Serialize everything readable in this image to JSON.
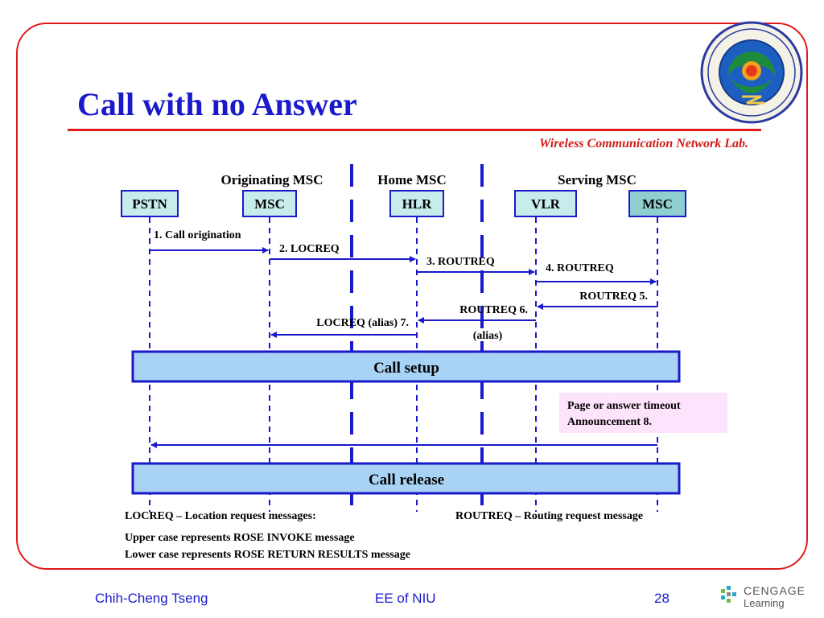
{
  "slide": {
    "title": "Call with no Answer",
    "lab_name": "Wireless Communication Network Lab.",
    "footer_author": "Chih-Cheng Tseng",
    "footer_course": "EE of NIU",
    "page_number": "28",
    "publisher_logo": "CENGAGE Learning",
    "university_seal": "National Ilan University - Department of Electrical Engineering"
  },
  "groups": [
    {
      "label": "Originating MSC"
    },
    {
      "label": "Home MSC"
    },
    {
      "label": "Serving MSC"
    }
  ],
  "entities": [
    {
      "label": "PSTN",
      "fill": "#c7ecec"
    },
    {
      "label": "MSC",
      "fill": "#c7ecec"
    },
    {
      "label": "HLR",
      "fill": "#c7ecec"
    },
    {
      "label": "VLR",
      "fill": "#c7ecec"
    },
    {
      "label": "MSC",
      "fill": "#8fcfd0"
    }
  ],
  "messages": [
    {
      "label": "1. Call origination",
      "from": "PSTN",
      "to": "MSC (originating)"
    },
    {
      "label": "2. LOCREQ",
      "from": "MSC (originating)",
      "to": "HLR"
    },
    {
      "label": "3. ROUTREQ",
      "from": "HLR",
      "to": "VLR"
    },
    {
      "label": "4. ROUTREQ",
      "from": "VLR",
      "to": "MSC (serving)"
    },
    {
      "label": "ROUTREQ 5.",
      "from": "MSC (serving)",
      "to": "VLR"
    },
    {
      "label": "ROUTREQ 6.",
      "from": "VLR",
      "to": "HLR"
    },
    {
      "label": "(alias)",
      "from": "VLR",
      "to": "HLR"
    },
    {
      "label": "LOCREQ (alias) 7.",
      "from": "HLR",
      "to": "MSC (originating)"
    },
    {
      "label": "",
      "from": "MSC (serving)",
      "to": "PSTN"
    }
  ],
  "bands": [
    {
      "label": "Call setup"
    },
    {
      "label": "Call release"
    }
  ],
  "timeout_note": {
    "line1": "Page or answer timeout",
    "line2": "Announcement 8."
  },
  "legend": {
    "locreq": "LOCREQ – Location request messages:",
    "routreq": "ROUTREQ – Routing request message",
    "upper": "Upper case represents ROSE INVOKE message",
    "lower": "Lower case represents ROSE RETURN RESULTS message"
  },
  "colors": {
    "frame": "#e01b1b",
    "title": "#1a1acc",
    "line": "#1a1acc",
    "band_fill": "#a9d3f5",
    "note_fill": "#fde3fb",
    "lab": "#d11c1c"
  }
}
